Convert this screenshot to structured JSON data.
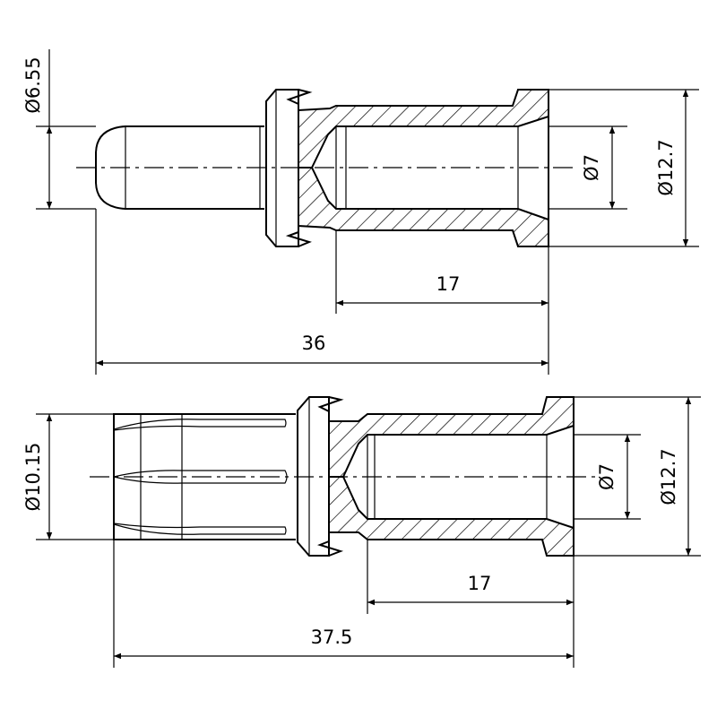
{
  "top_view": {
    "dimensions": {
      "pin_diameter": "Ø6.55",
      "bore_diameter": "Ø7",
      "outer_diameter": "Ø12.7",
      "bore_length": "17",
      "overall_length": "36"
    }
  },
  "bottom_view": {
    "dimensions": {
      "socket_diameter": "Ø10.15",
      "bore_diameter": "Ø7",
      "outer_diameter": "Ø12.7",
      "bore_length": "17",
      "overall_length": "37.5"
    }
  },
  "colors": {
    "line": "#000000",
    "background": "#ffffff"
  }
}
